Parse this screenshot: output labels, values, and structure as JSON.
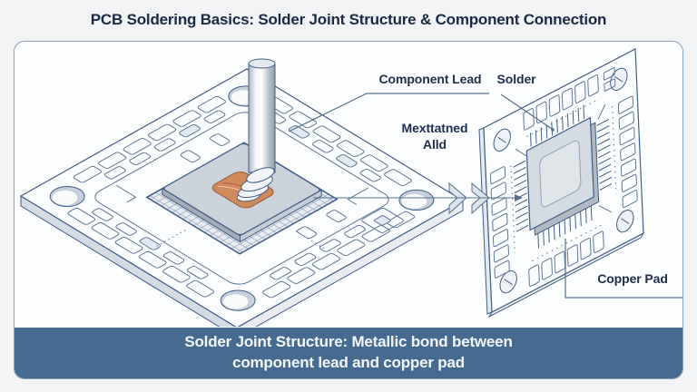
{
  "title": "PCB Soldering Basics: Solder Joint Structure & Component Connection",
  "diagram": {
    "labels": {
      "component_lead": "Component Lead",
      "solder": "Solder",
      "mexttatned_line1": "Mexttatned",
      "mexttatned_line2": "Alld",
      "copper_pad": "Copper Pad"
    }
  },
  "banner": {
    "line1": "Solder Joint Structure: Metallic bond between",
    "line2": "component lead and copper pad"
  },
  "colors": {
    "banner_bg": "#466b91",
    "line_blue": "#3f5c85",
    "callout_blue": "#54708f",
    "copper": "#d0895b",
    "panel_border": "#8ba2bc",
    "title_text": "#1a2944"
  }
}
